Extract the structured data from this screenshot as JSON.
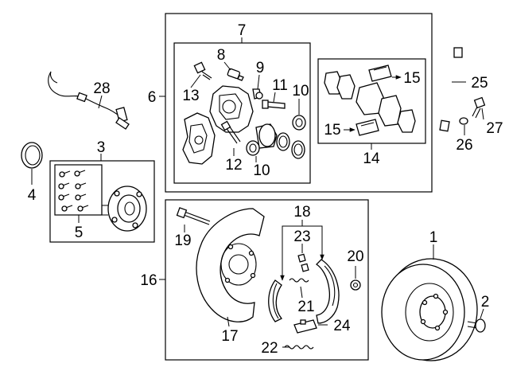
{
  "labels": {
    "n1": "1",
    "n2": "2",
    "n3": "3",
    "n4": "4",
    "n5": "5",
    "n6": "6",
    "n7": "7",
    "n8": "8",
    "n9": "9",
    "n10a": "10",
    "n10b": "10",
    "n11": "11",
    "n12": "12",
    "n13": "13",
    "n14": "14",
    "n15a": "15",
    "n15b": "15",
    "n16": "16",
    "n17": "17",
    "n18": "18",
    "n19": "19",
    "n20": "20",
    "n21": "21",
    "n22": "22",
    "n23": "23",
    "n24": "24",
    "n25": "25",
    "n26": "26",
    "n27": "27",
    "n28": "28"
  }
}
